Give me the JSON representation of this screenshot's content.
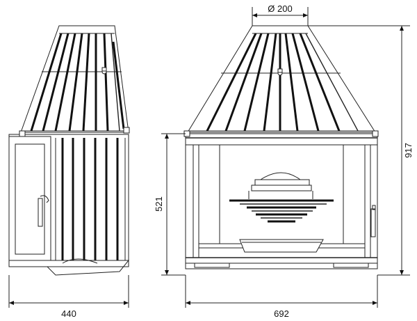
{
  "dimensions": {
    "side_width": "440",
    "front_width": "692",
    "total_height": "917",
    "opening_height": "521",
    "flue_diameter": "Ø 200"
  }
}
